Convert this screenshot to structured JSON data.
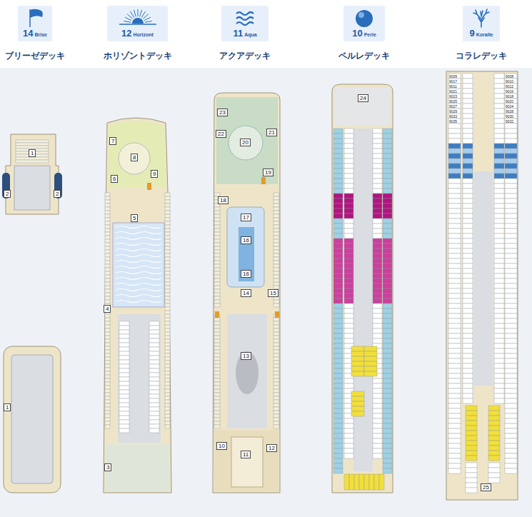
{
  "diagram": {
    "nodes": [
      {
        "text": [
          "14",
          "Brise",
          "ブリーゼデッキ"
        ]
      },
      {
        "text": [
          "12",
          "Horizont",
          "ホリゾントデッキ"
        ]
      },
      {
        "text": [
          "11",
          "Aqua",
          "アクアデッキ"
        ]
      },
      {
        "text": [
          "10",
          "Perle",
          "ペルレデッキ"
        ]
      },
      {
        "text": [
          "9",
          "Koralle",
          "コラレデッキ"
        ]
      },
      {
        "text": [
          "1"
        ]
      },
      {
        "text": [
          "2"
        ]
      },
      {
        "text": [
          "2"
        ]
      },
      {
        "text": [
          "1"
        ]
      },
      {
        "text": [
          "7"
        ]
      },
      {
        "text": [
          "8"
        ]
      },
      {
        "text": [
          "6"
        ]
      },
      {
        "text": [
          "9"
        ]
      },
      {
        "text": [
          "5"
        ]
      },
      {
        "text": [
          "4"
        ]
      },
      {
        "text": [
          "3"
        ]
      },
      {
        "text": [
          "23"
        ]
      },
      {
        "text": [
          "22"
        ]
      },
      {
        "text": [
          "20"
        ]
      },
      {
        "text": [
          "21"
        ]
      },
      {
        "text": [
          "19"
        ]
      },
      {
        "text": [
          "18"
        ]
      },
      {
        "text": [
          "17"
        ]
      },
      {
        "text": [
          "16"
        ]
      },
      {
        "text": [
          "16"
        ]
      },
      {
        "text": [
          "14"
        ]
      },
      {
        "text": [
          "15"
        ]
      },
      {
        "text": [
          "13"
        ]
      },
      {
        "text": [
          "10"
        ]
      },
      {
        "text": [
          "11"
        ]
      },
      {
        "text": [
          "12"
        ]
      },
      {
        "text": [
          "24"
        ]
      },
      {
        "text": [
          "25"
        ]
      }
    ],
    "labels": [
      "9009",
      "9017",
      "9011",
      "9021",
      "9023",
      "9025",
      "9027",
      "9029",
      "9033",
      "9035",
      "9008",
      "9010",
      "9012",
      "9016",
      "9018",
      "9020",
      "9024",
      "9028",
      "9030",
      "9032"
    ]
  }
}
